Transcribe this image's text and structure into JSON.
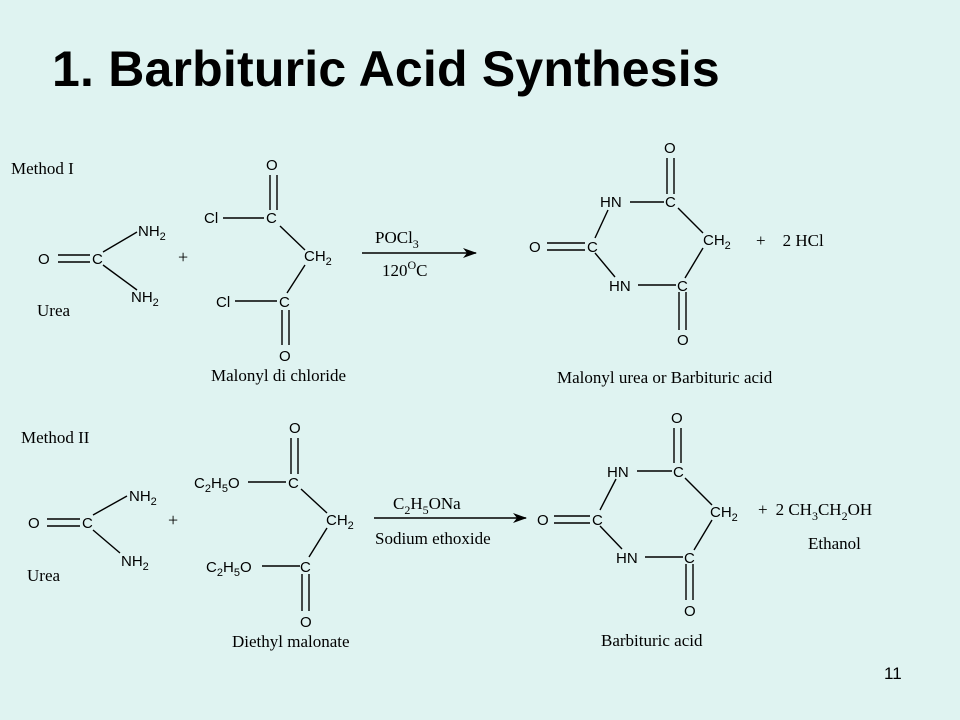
{
  "title": "1. Barbituric Acid Synthesis",
  "page_number": "11",
  "method1": {
    "label": "Method I",
    "reactant1_name": "Urea",
    "plus": "+",
    "reactant2_name": "Malonyl di chloride",
    "reagent_top": "POCl",
    "reagent_top_sub": "3",
    "reagent_bottom": "120",
    "reagent_bottom_sup": "O",
    "reagent_bottom_unit": "C",
    "product_name": "Malonyl urea or Barbituric acid",
    "byproduct": "+    2 HCl"
  },
  "method2": {
    "label": "Method II",
    "reactant1_name": "Urea",
    "plus": "+",
    "reactant2_name": "Diethyl malonate",
    "reagent_top_c": "C",
    "reagent_top_c_sub": "2",
    "reagent_top_h": "H",
    "reagent_top_h_sub": "5",
    "reagent_top_rest": "ONa",
    "reagent_bottom": "Sodium ethoxide",
    "product_name": "Barbituric acid",
    "byproduct_plus": "+",
    "byproduct_2ch": "2 CH",
    "byproduct_sub1": "3",
    "byproduct_ch": "CH",
    "byproduct_sub2": "2",
    "byproduct_oh": "OH",
    "byproduct_name": "Ethanol"
  },
  "atoms": {
    "O": "O",
    "C": "C",
    "NH": "NH",
    "sub2": "2",
    "sub5": "5",
    "Cl": "Cl",
    "CH": "CH",
    "HN": "HN",
    "C2H5O_C": "C",
    "C2H5O_H": "H",
    "C2H5O_O": "O"
  }
}
